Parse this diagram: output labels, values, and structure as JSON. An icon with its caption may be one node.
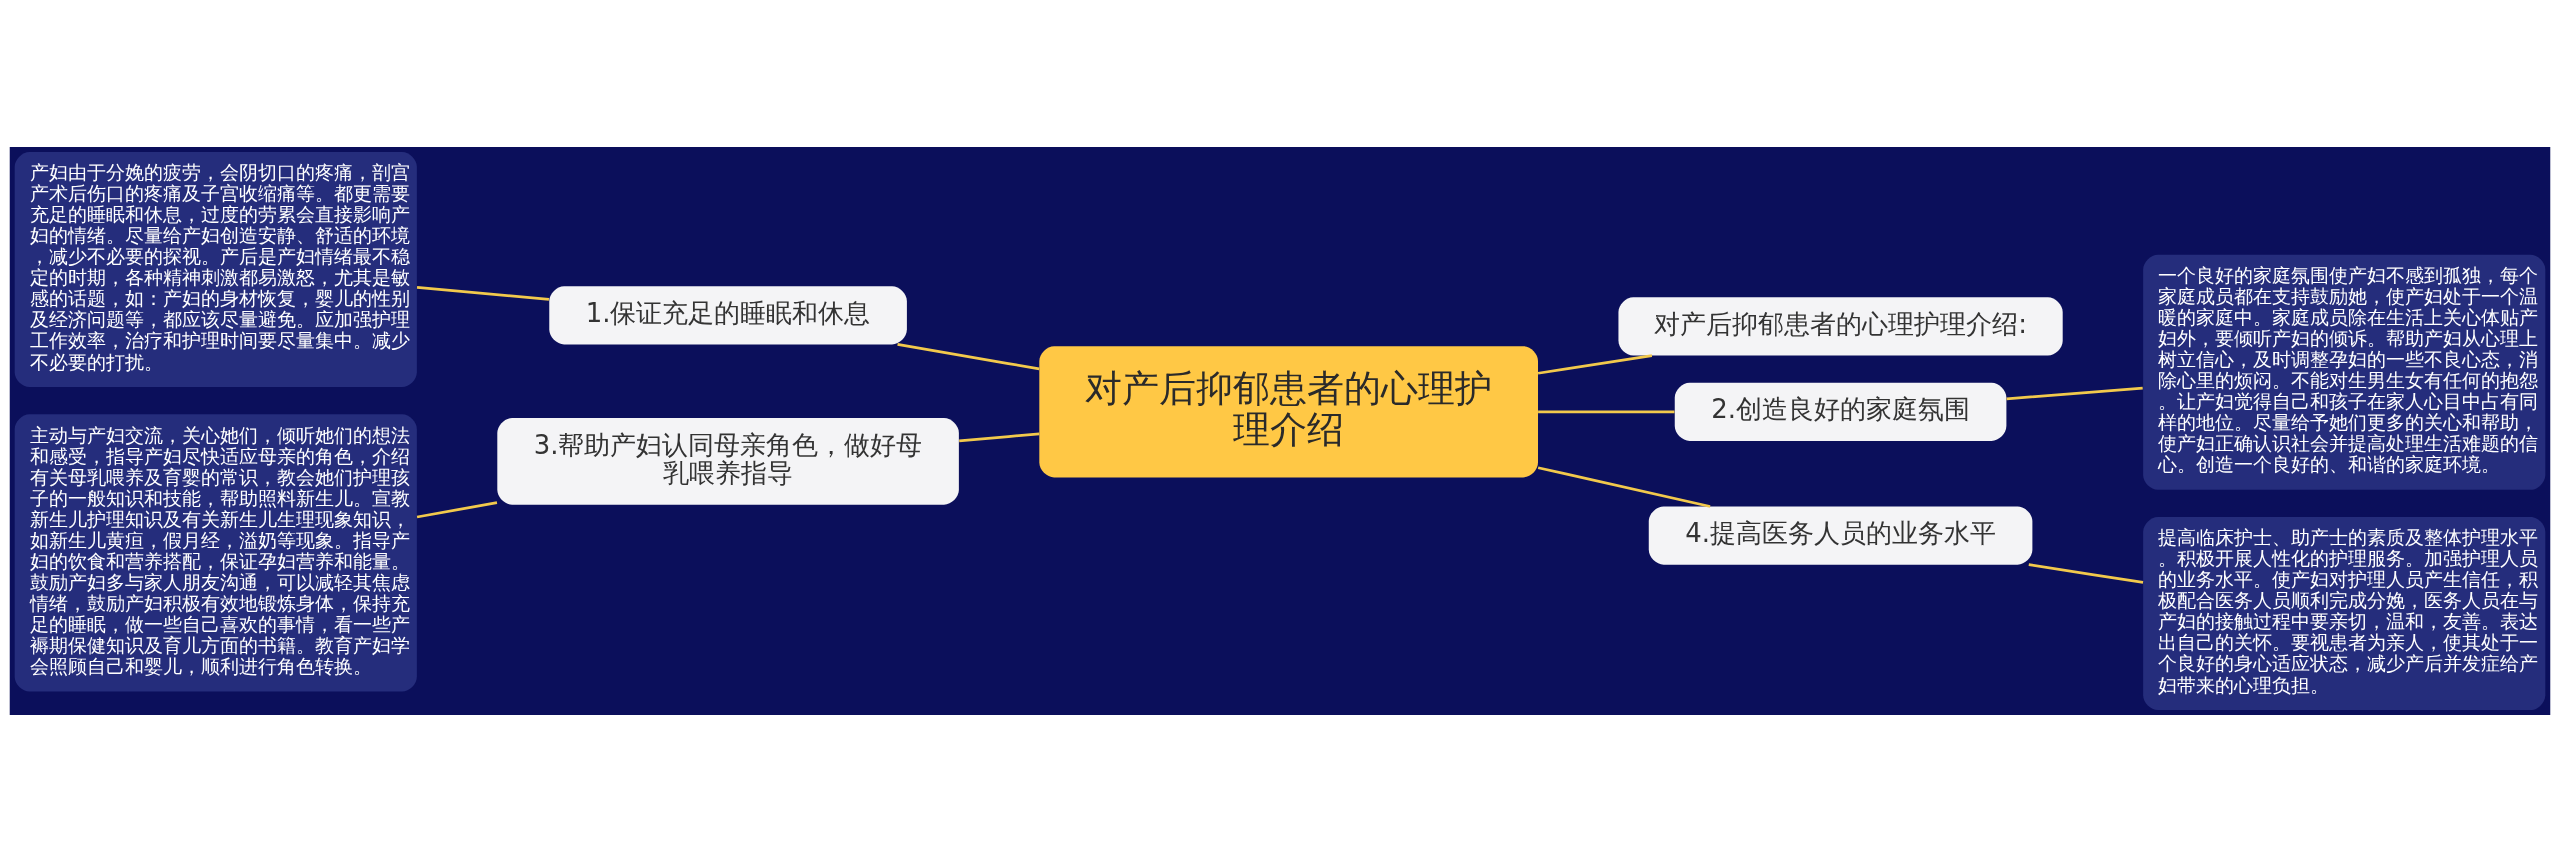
{
  "diagram": {
    "nodes": [
      {
        "text": [
          "对产后抑郁患者的心理护理介绍"
        ]
      },
      {
        "text": [
          "对产后抑郁患者的心理护理介绍:"
        ]
      },
      {
        "text": [
          "1.保证充足的睡眠和休息"
        ]
      },
      {
        "text": [
          "产妇由于分娩的疲劳，会阴切口的疼痛，剖宫产术后伤口的疼痛及子宫收缩痛等。都更需要充足的睡眠和休息，过度的劳累会直接影响产妇的情绪。尽量给产妇创造安静、舒适的环境，减少不必要的探视。产后是产妇情绪最不稳定的时期，各种精神刺激都易激怒，尤其是敏感的话题，如：产妇的身材恢复，婴儿的性别及经济问题等，都应该尽量避免。应加强护理工作效率，治疗和护理时间要尽量集中。减少不必要的打扰。"
        ]
      },
      {
        "text": [
          "2.创造良好的家庭氛围"
        ]
      },
      {
        "text": [
          "一个良好的家庭氛围使产妇不感到孤独，每个家庭成员都在支持鼓励她，使产妇处于一个温暖的家庭中。家庭成员除在生活上关心体贴产妇外，要倾听产妇的倾诉。帮助产妇从心理上树立信心，及时调整孕妇的一些不良心态，消除心里的烦闷。不能对生男生女有任何的抱怨。让产妇觉得自己和孩子在家人心目中占有同样的地位。尽量给予她们更多的关心和帮助，使产妇正确认识社会并提高处理生活难题的信心。创造一个良好的、和谐的家庭环境。"
        ]
      },
      {
        "text": [
          "3.帮助产妇认同母亲角色，做好母乳喂养指导"
        ]
      },
      {
        "text": [
          "主动与产妇交流，关心她们，倾听她们的想法和感受，指导产妇尽快适应母亲的角色，介绍有关母乳喂养及育婴的常识，教会她们护理孩子的一般知识和技能，帮助照料新生儿。宣教新生儿护理知识及有关新生儿生理现象知识，如新生儿黄疸，假月经，溢奶等现象。指导产妇的饮食和营养搭配，保证孕妇营养和能量。鼓励产妇多与家人朋友沟通，可以减轻其焦虑情绪，鼓励产妇积极有效地锻炼身体，保持充足的睡眠，做一些自己喜欢的事情，看一些产褥期保健知识及育儿方面的书籍。教育产妇学会照顾自己和婴儿，顺利进行角色转换。"
        ]
      },
      {
        "text": [
          "4.提高医务人员的业务水平"
        ]
      },
      {
        "text": [
          "提高临床护士、助产士的素质及整体护理水平。积极开展人性化的护理服务。加强护理人员的业务水平。使产妇对护理人员产生信任，积极配合医务人员顺利完成分娩，医务人员在与产妇的接触过程中要亲切，温和，友善。表达出自己的关怀。要视患者为亲人，使其处于一个良好的身心适应状态，减少产后并发症给产妇带来的心理负担。"
        ]
      }
    ],
    "edges": [
      {
        "from": 0,
        "to": 1,
        "arrow": "none"
      },
      {
        "from": 2,
        "to": 0,
        "arrow": "none"
      },
      {
        "from": 3,
        "to": 2,
        "arrow": "none"
      },
      {
        "from": 0,
        "to": 4,
        "arrow": "none"
      },
      {
        "from": 4,
        "to": 5,
        "arrow": "none"
      },
      {
        "from": 6,
        "to": 0,
        "arrow": "none"
      },
      {
        "from": 7,
        "to": 6,
        "arrow": "none"
      },
      {
        "from": 0,
        "to": 8,
        "arrow": "none"
      },
      {
        "from": 8,
        "to": 9,
        "arrow": "none"
      }
    ]
  }
}
